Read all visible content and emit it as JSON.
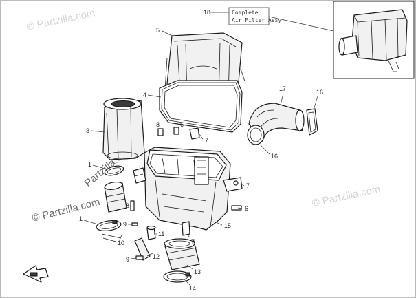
{
  "watermarks": {
    "top": "© Partzilla.com",
    "right": "© Partzilla.com",
    "left": "© Partzilla.com",
    "center": "Partzilla.com"
  },
  "inset": {
    "callout": "18",
    "label_line1": "Complete",
    "label_line2": "Air Filter Assy"
  },
  "callouts": {
    "c1a": "1",
    "c1b": "1",
    "c3": "3",
    "c4": "4",
    "c5": "5",
    "c6a": "6",
    "c6b": "6",
    "c7a": "7",
    "c7b": "7",
    "c7c": "7",
    "c8a": "8",
    "c8b": "8",
    "c9a": "9",
    "c9b": "9",
    "c10": "10",
    "c11": "11",
    "c12": "12",
    "c13": "13",
    "c14": "14",
    "c15": "15",
    "c16a": "16",
    "c16b": "16",
    "c17": "17"
  }
}
